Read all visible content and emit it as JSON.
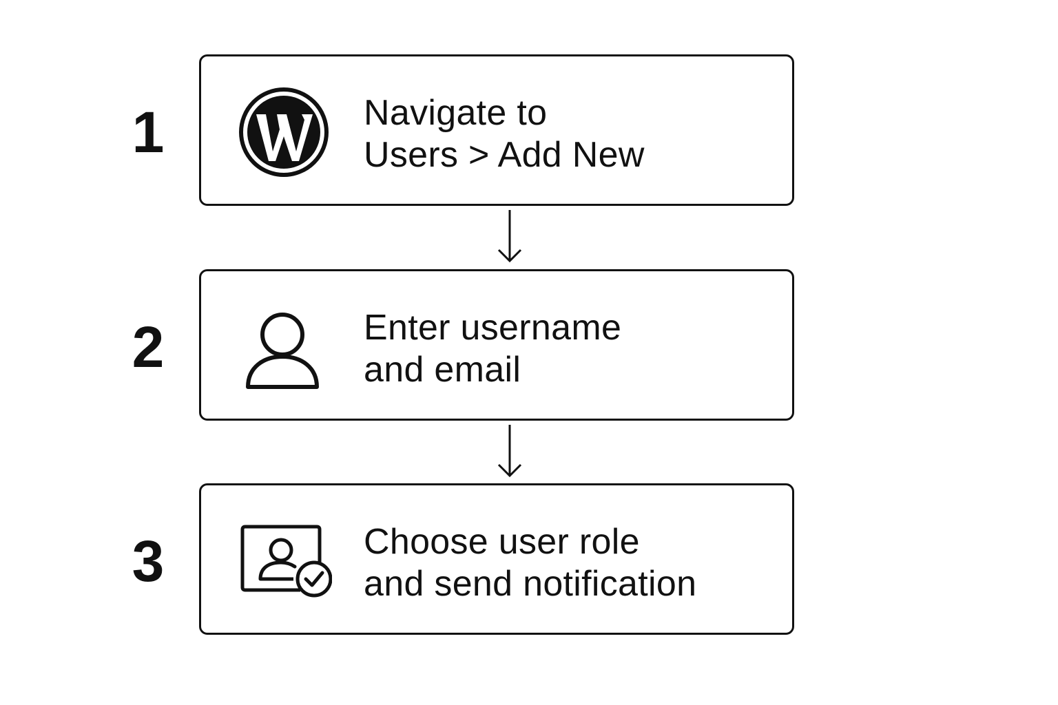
{
  "steps": [
    {
      "number": "1",
      "icon": "wordpress-logo-icon",
      "lines": [
        "Navigate to",
        "Users > Add New"
      ]
    },
    {
      "number": "2",
      "icon": "user-icon",
      "lines": [
        "Enter username",
        "and email"
      ]
    },
    {
      "number": "3",
      "icon": "user-check-icon",
      "lines": [
        "Choose user role",
        "and send notification"
      ]
    }
  ],
  "colors": {
    "stroke": "#111111",
    "background": "#ffffff"
  }
}
